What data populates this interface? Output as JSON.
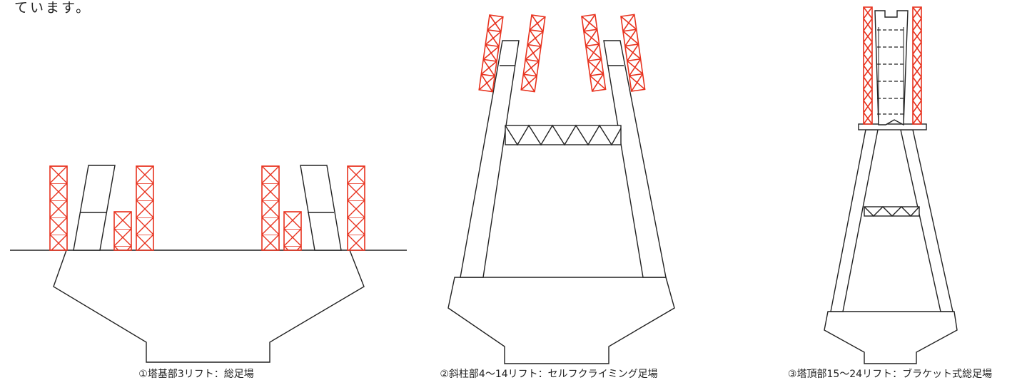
{
  "page": {
    "top_text": "ています。"
  },
  "stages": [
    {
      "caption": "①塔基部3リフト：総足場"
    },
    {
      "caption": "②斜柱部4～14リフト：セルフクライミング足場"
    },
    {
      "caption": "③塔頂部15～24リフト：ブラケット式総足場"
    }
  ],
  "colors": {
    "structure_line": "#222222",
    "scaffold": "#e8321e",
    "background": "#ffffff"
  }
}
